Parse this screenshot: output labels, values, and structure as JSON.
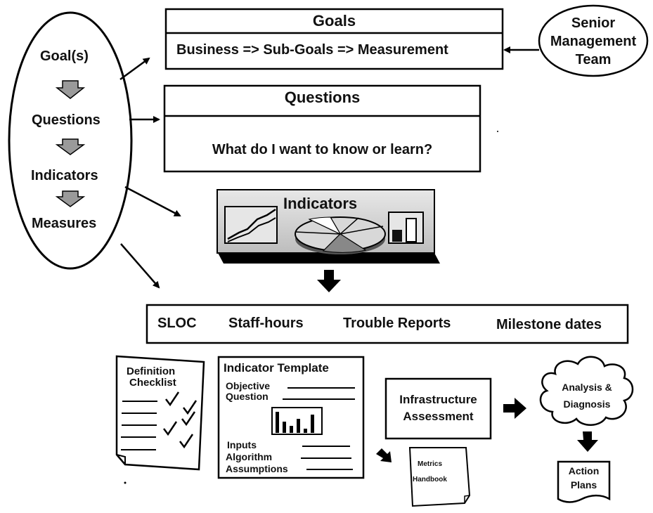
{
  "left_ellipse": {
    "goals": "Goal(s)",
    "questions": "Questions",
    "indicators": "Indicators",
    "measures": "Measures"
  },
  "goals_box": {
    "title": "Goals",
    "body": "Business => Sub-Goals => Measurement"
  },
  "senior_management": {
    "line1": "Senior",
    "line2": "Management",
    "line3": "Team"
  },
  "questions_box": {
    "title": "Questions",
    "body": "What do I want to know or learn?"
  },
  "indicators_box": {
    "title": "Indicators"
  },
  "measures_bar": {
    "items": [
      "SLOC",
      "Staff-hours",
      "Trouble Reports",
      "Milestone dates"
    ]
  },
  "definition_checklist": {
    "line1": "Definition",
    "line2": "Checklist"
  },
  "indicator_template": {
    "title": "Indicator Template",
    "fields_top": [
      "Objective",
      "Question"
    ],
    "fields_bottom": [
      "Inputs",
      "Algorithm",
      "Assumptions"
    ]
  },
  "infrastructure": {
    "line1": "Infrastructure",
    "line2": "Assessment"
  },
  "metrics_handbook": {
    "line1": "Metrics",
    "line2": "Handbook"
  },
  "analysis": {
    "line1": "Analysis &",
    "line2": "Diagnosis"
  },
  "action_plans": {
    "line1": "Action",
    "line2": "Plans"
  }
}
